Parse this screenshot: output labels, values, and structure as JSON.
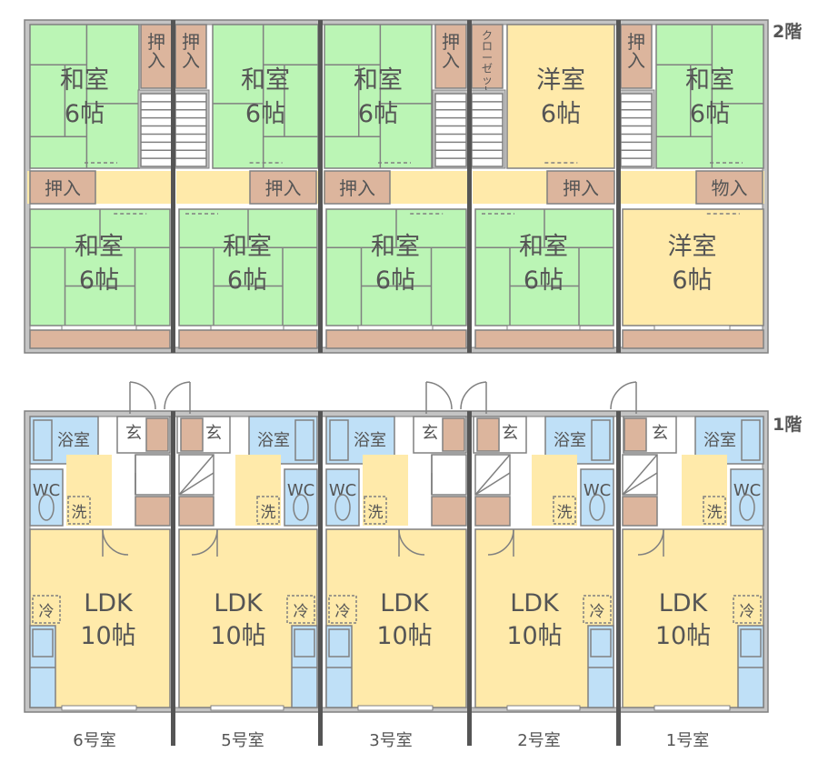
{
  "floors": {
    "upper": {
      "label": "2階"
    },
    "lower": {
      "label": "1階"
    }
  },
  "colors": {
    "tatami": "#bbf5b5",
    "western": "#ffeaaa",
    "storage": "#dcb59d",
    "wet": "#bfe0f7",
    "wall": "#c4c4c4",
    "line": "#808080",
    "party_wall": "#555555",
    "text": "#555555"
  },
  "units": [
    {
      "name": "6号室",
      "upper": {
        "front_room": {
          "type": "和室",
          "size": "6帖"
        },
        "back_room": {
          "type": "和室",
          "size": "6帖"
        },
        "closet_top": "押入",
        "closet_mid": "押入"
      },
      "lower": {
        "ldk": "LDK",
        "ldk_size": "10帖",
        "bath": "浴室",
        "wc": "WC",
        "entry": "玄",
        "washer": "洗",
        "fridge": "冷"
      }
    },
    {
      "name": "5号室",
      "upper": {
        "front_room": {
          "type": "和室",
          "size": "6帖"
        },
        "back_room": {
          "type": "和室",
          "size": "6帖"
        },
        "closet_top": "押入",
        "closet_mid": "押入"
      },
      "lower": {
        "ldk": "LDK",
        "ldk_size": "10帖",
        "bath": "浴室",
        "wc": "WC",
        "entry": "玄",
        "washer": "洗",
        "fridge": "冷"
      }
    },
    {
      "name": "3号室",
      "upper": {
        "front_room": {
          "type": "和室",
          "size": "6帖"
        },
        "back_room": {
          "type": "和室",
          "size": "6帖"
        },
        "closet_top": "押入",
        "closet_mid": "押入"
      },
      "lower": {
        "ldk": "LDK",
        "ldk_size": "10帖",
        "bath": "浴室",
        "wc": "WC",
        "entry": "玄",
        "washer": "洗",
        "fridge": "冷"
      }
    },
    {
      "name": "2号室",
      "upper": {
        "front_room": {
          "type": "洋室",
          "size": "6帖"
        },
        "back_room": {
          "type": "和室",
          "size": "6帖"
        },
        "closet_top": "クローゼット",
        "closet_mid": "押入"
      },
      "lower": {
        "ldk": "LDK",
        "ldk_size": "10帖",
        "bath": "浴室",
        "wc": "WC",
        "entry": "玄",
        "washer": "洗",
        "fridge": "冷"
      }
    },
    {
      "name": "1号室",
      "upper": {
        "front_room": {
          "type": "和室",
          "size": "6帖"
        },
        "back_room": {
          "type": "洋室",
          "size": "6帖"
        },
        "closet_top": "押入",
        "closet_mid": "物入"
      },
      "lower": {
        "ldk": "LDK",
        "ldk_size": "10帖",
        "bath": "浴室",
        "wc": "WC",
        "entry": "玄",
        "washer": "洗",
        "fridge": "冷"
      }
    }
  ]
}
